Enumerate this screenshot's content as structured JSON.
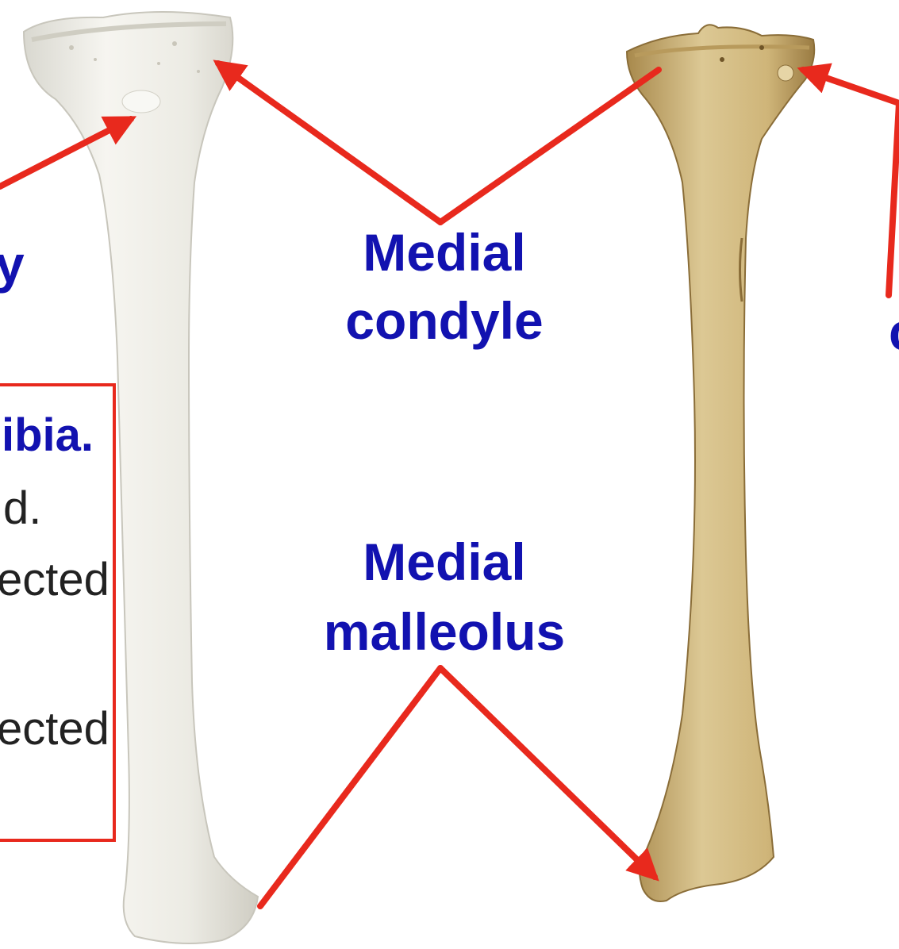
{
  "labels": {
    "medial_condyle": [
      "Medial",
      "condyle"
    ],
    "medial_malleolus": [
      "Medial",
      "malleolus"
    ]
  },
  "cropped_text": {
    "left_letter": "y",
    "box_title": "ibia.",
    "box_line_1": "d.",
    "box_line_2": "ected",
    "box_line_3": "ected",
    "right_letter": "c"
  },
  "colors": {
    "label_blue": "#1212b0",
    "arrow_red": "#e8291d",
    "box_border": "#e8291d",
    "bone_anterior": "#ecebe4",
    "bone_posterior": "#d6c08a"
  }
}
